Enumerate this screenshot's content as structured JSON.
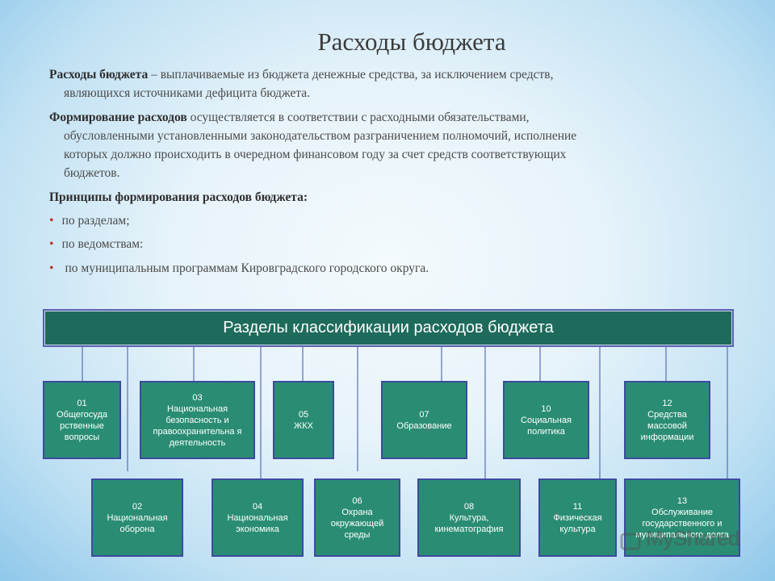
{
  "title": "Расходы бюджета",
  "para1": {
    "term": "Расходы бюджета",
    "line1": " – выплачиваемые из бюджета денежные средства, за исключением средств,",
    "line2": "являющихся источниками дефицита бюджета."
  },
  "para2": {
    "term": "Формирование расходов",
    "line1": " осуществляется в соответствии с расходными обязательствами,",
    "line2": "обусловленными установленными законодательством разграничением полномочий, исполнение",
    "line3": "которых должно происходить в очередном финансовом году за счет средств соответствующих",
    "line4": "бюджетов."
  },
  "principles": {
    "heading": "Принципы формирования расходов бюджета:",
    "items": [
      "по разделам;",
      "по ведомствам:",
      " по муниципальным программам Кировградского городского округа."
    ]
  },
  "diagram": {
    "banner": "Разделы классификации расходов бюджета",
    "boxes": [
      {
        "code": "01",
        "text": "Общегосуда рственные вопросы"
      },
      {
        "code": "03",
        "text": "Национальная безопасность и правоохранительна я деятельность"
      },
      {
        "code": "05",
        "text": "ЖКХ"
      },
      {
        "code": "07",
        "text": "Образование"
      },
      {
        "code": "10",
        "text": "Социальная политика"
      },
      {
        "code": "12",
        "text": "Средства массовой информации"
      },
      {
        "code": "02",
        "text": "Национальная оборона"
      },
      {
        "code": "04",
        "text": "Национальная экономика"
      },
      {
        "code": "06",
        "text": "Охрана окружающей среды"
      },
      {
        "code": "08",
        "text": "Культура, кинематография"
      },
      {
        "code": "11",
        "text": "Физическая культура"
      },
      {
        "code": "13",
        "text": "Обслуживание государственного и муниципального долга"
      }
    ]
  },
  "watermark": "MyShared"
}
